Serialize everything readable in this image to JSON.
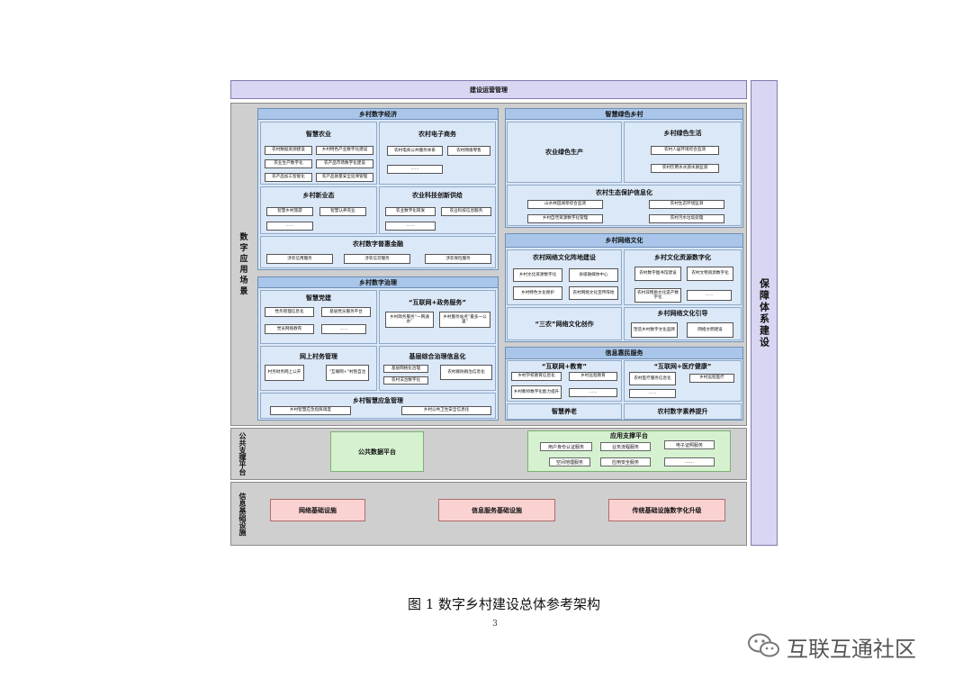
{
  "header": {
    "title": "建设运营管理"
  },
  "right_col": {
    "title": "保障体系建设"
  },
  "left_labels": {
    "application": "数字应用场景",
    "platform": "公共支撑平台",
    "infra": "信息基础设施"
  },
  "econ": {
    "title": "乡村数字经济",
    "agri": {
      "title": "智慧农业",
      "items": [
        "农村数据资源建设",
        "乡村特色产业数字化建设",
        "农业生产数字化",
        "农产品市场数字化建设",
        "农产品加工智能化",
        "农产品质量安全追溯管理"
      ]
    },
    "ecom": {
      "title": "农村电子商务",
      "items": [
        "农村电商公共服务体系",
        "农村网络零售",
        "……"
      ]
    },
    "newbiz": {
      "title": "乡村新业态",
      "items": [
        "智慧乡村旅游",
        "智慧认养农业",
        "……"
      ]
    },
    "tech": {
      "title": "农业科技创新供给",
      "items": [
        "农业数字化研发",
        "农业科技信息服务",
        "……"
      ]
    },
    "finance": {
      "title": "农村数字普惠金融",
      "items": [
        "涉农信用服务",
        "涉农信贷服务",
        "涉农保险服务"
      ]
    }
  },
  "gov": {
    "title": "乡村数字治理",
    "party": {
      "title": "智慧党建",
      "items": [
        "党务管理信息化",
        "基层党员服务平台",
        "党员网络教育",
        "……"
      ]
    },
    "internet": {
      "title": "“互联网+政务服务”",
      "items": [
        "乡村政务服务“一网通办”",
        "乡村服务站点“最多一公里”"
      ]
    },
    "village": {
      "title": "网上村务管理",
      "items": [
        "村务财务网上公开",
        "“互联网+”村民自治"
      ]
    },
    "grassroots": {
      "title": "基层综合治理信息化",
      "items": [
        "基层网格化治理",
        "农村群防群治信息化",
        "农村法治数字化"
      ]
    },
    "emergency": {
      "title": "乡村智慧应急管理",
      "items": [
        "乡村智慧应急指挥调度",
        "乡村公共卫生安全信息化"
      ]
    }
  },
  "green": {
    "title": "智慧绿色乡村",
    "prod": {
      "title": "农业绿色生产"
    },
    "life": {
      "title": "乡村绿色生活",
      "items": [
        "农村人居环境综合监测",
        "农村饮用水水源水质监测"
      ]
    },
    "eco": {
      "title": "农村生态保护信息化",
      "items": [
        "山水林田湖草综合监测",
        "农村生态环境监测",
        "农村污水垃圾处理",
        "乡村自然资源数字化管理"
      ]
    }
  },
  "culture": {
    "title": "乡村网络文化",
    "positions": {
      "title": "农村网络文化阵地建设",
      "items": [
        "乡村文化资源数字化",
        "县级融媒体中心",
        "乡村特色文化保护",
        "农村网络文化宣传阵地"
      ]
    },
    "digitize": {
      "title": "乡村文化资源数字化",
      "items": [
        "农村数字图书馆建设",
        "农村文物资源数字化",
        "农村非物质文化遗产数字化",
        "……"
      ]
    },
    "creation": {
      "title": "“三农”网络文化创作"
    },
    "guide": {
      "title": "乡村网络文化引导",
      "items": [
        "塑造乡村数字文化品牌",
        "网络文明建设"
      ]
    }
  },
  "services": {
    "title": "信息惠民服务",
    "edu": {
      "title": "“互联网+教育”",
      "items": [
        "乡村学校教育信息化",
        "乡村远程教育",
        "乡村教师数字化能力提升",
        "……"
      ]
    },
    "health": {
      "title": "“互联网+医疗健康”",
      "items": [
        "农村医疗服务信息化",
        "乡村远程医疗",
        "……"
      ]
    },
    "elder": {
      "title": "智慧养老"
    },
    "literacy": {
      "title": "农村数字素养提升"
    }
  },
  "platform": {
    "data": {
      "title": "公共数据平台"
    },
    "app": {
      "title": "应用支撑平台",
      "items": [
        "用户身份认证服务",
        "业务流程服务",
        "电子证照服务",
        "空间地理服务",
        "应用安全服务",
        "……"
      ]
    }
  },
  "infra": {
    "items": [
      "网络基础设施",
      "信息服务基础设施",
      "传统基础设施数字化升级"
    ]
  },
  "caption": {
    "figure": "图 1  数字乡村建设总体参考架构",
    "page": "3"
  },
  "watermark": {
    "text": "互联互通社区"
  }
}
